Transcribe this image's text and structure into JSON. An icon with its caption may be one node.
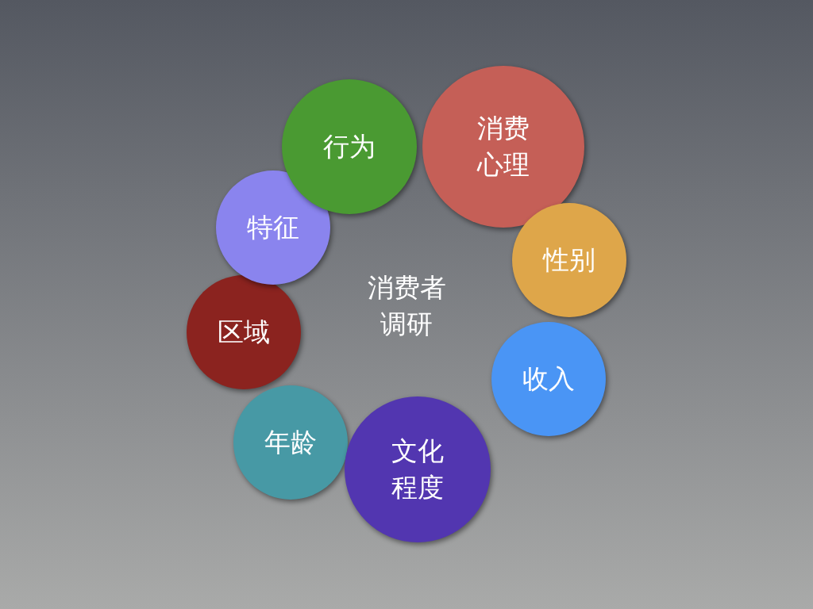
{
  "diagram": {
    "nodes": [
      {
        "text": [
          "消费心理"
        ]
      },
      {
        "text": [
          "行为"
        ]
      },
      {
        "text": [
          "特征"
        ]
      },
      {
        "text": [
          "性别"
        ]
      },
      {
        "text": [
          "区域"
        ]
      },
      {
        "text": [
          "收入"
        ]
      },
      {
        "text": [
          "年龄"
        ]
      },
      {
        "text": [
          "文化程度"
        ]
      }
    ],
    "labels": [
      "消费者调研"
    ]
  }
}
